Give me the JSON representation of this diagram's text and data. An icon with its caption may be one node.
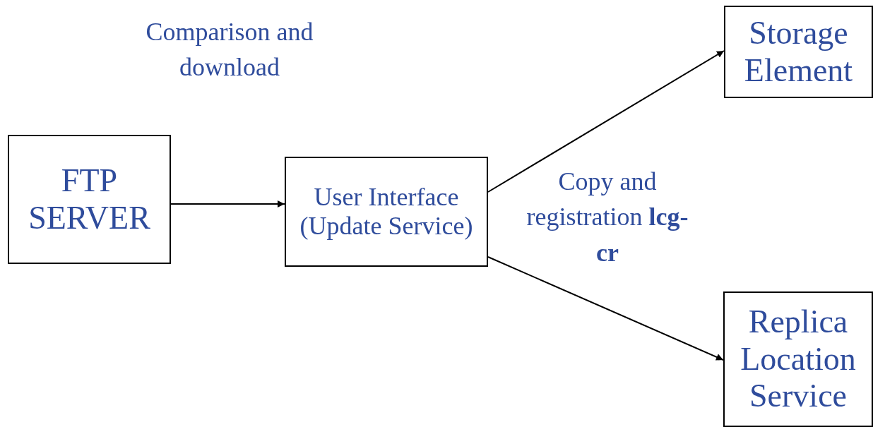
{
  "diagram": {
    "nodes": [
      {
        "text": [
          "FTP SERVER"
        ]
      },
      {
        "text": [
          "User Interface (Update Service)"
        ]
      },
      {
        "text": [
          "Storage Element"
        ]
      },
      {
        "text": [
          "Replica Location Service"
        ]
      }
    ],
    "edges": [
      {
        "from": 0,
        "to": 1,
        "arrow": "to"
      },
      {
        "from": 1,
        "to": 2,
        "arrow": "to"
      },
      {
        "from": 1,
        "to": 3,
        "arrow": "to"
      }
    ],
    "labels": [
      "Comparison and download",
      "Copy and registration **lcg-cr**"
    ]
  }
}
